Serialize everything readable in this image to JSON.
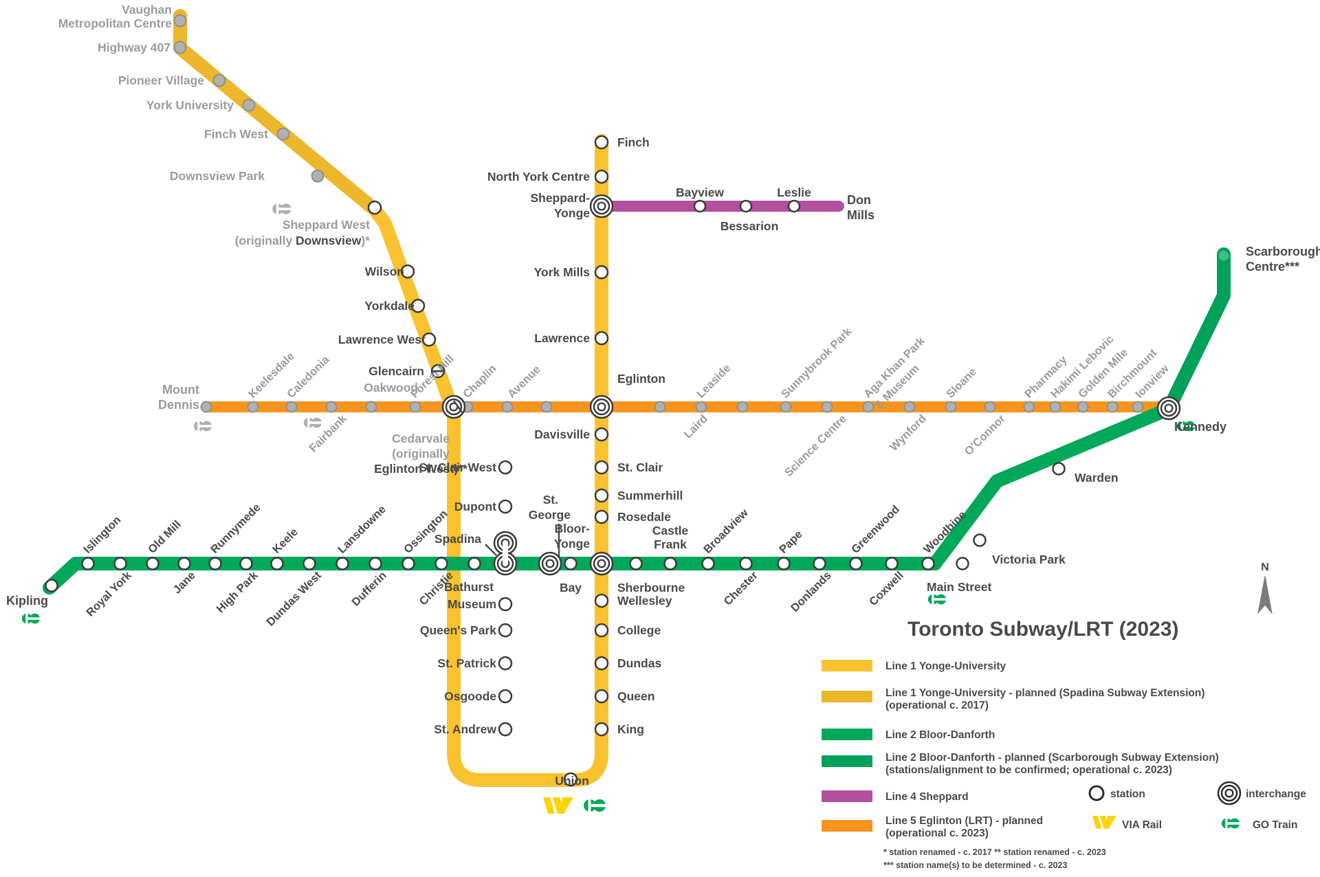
{
  "title": "Toronto Subway/LRT (2023)",
  "colors": {
    "line1": "#F9C22E",
    "line1_planned": "#EDB72B",
    "line2": "#00A859",
    "line2_planned": "#00A15A",
    "line4": "#B3519E",
    "line5": "#F7941E",
    "label_open": "#4a4a48",
    "label_planned": "#9b9b99",
    "station_open_fill": "#ffffff",
    "station_planned_fill": "#b3b3b3",
    "via_yellow": "#FFD200",
    "go_green": "#00A859",
    "background": "#ffffff"
  },
  "lines": [
    {
      "id": "line1",
      "name": "Line 1 Yonge-University",
      "color": "#F9C22E",
      "stations_planned": [
        "Vaughan Metropolitan Centre",
        "Highway 407",
        "Pioneer Village",
        "York University",
        "Finch West",
        "Downsview Park"
      ],
      "stations_open_west": [
        "Sheppard West",
        "Wilson",
        "Yorkdale",
        "Lawrence West",
        "Glencairn",
        "Eglinton West",
        "St. Clair West",
        "Dupont",
        "Spadina",
        "St. George",
        "Museum",
        "Queen's Park",
        "St. Patrick",
        "Osgoode",
        "St. Andrew",
        "Union"
      ],
      "stations_open_east": [
        "Finch",
        "North York Centre",
        "Sheppard-Yonge",
        "York Mills",
        "Lawrence",
        "Eglinton",
        "Davisville",
        "St. Clair",
        "Summerhill",
        "Rosedale",
        "Bloor-Yonge",
        "Wellesley",
        "College",
        "Dundas",
        "Queen",
        "King",
        "Union"
      ]
    },
    {
      "id": "line2",
      "name": "Line 2 Bloor-Danforth",
      "color": "#00A859",
      "stations": [
        "Kipling",
        "Islington",
        "Royal York",
        "Old Mill",
        "Jane",
        "Runnymede",
        "High Park",
        "Keele",
        "Dundas West",
        "Lansdowne",
        "Dufferin",
        "Ossington",
        "Christie",
        "Bathurst",
        "Spadina",
        "St. George",
        "Bay",
        "Bloor-Yonge",
        "Sherbourne",
        "Castle Frank",
        "Broadview",
        "Chester",
        "Pape",
        "Donlands",
        "Greenwood",
        "Coxwell",
        "Woodbine",
        "Main Street",
        "Victoria Park",
        "Warden",
        "Kennedy"
      ],
      "stations_planned": [
        "Scarborough Centre"
      ]
    },
    {
      "id": "line4",
      "name": "Line 4 Sheppard",
      "color": "#B3519E",
      "stations": [
        "Sheppard-Yonge",
        "Bayview",
        "Bessarion",
        "Leslie",
        "Don Mills"
      ]
    },
    {
      "id": "line5",
      "name": "Line 5 Eglinton (LRT)",
      "color": "#F7941E",
      "stations": [
        "Mount Dennis",
        "Keelesdale",
        "Caledonia",
        "Fairbank",
        "Oakwood",
        "Cedarvale",
        "Forest Hill",
        "Chaplin",
        "Avenue",
        "Eglinton",
        "Leaside",
        "Laird",
        "Sunnybrook Park",
        "Science Centre",
        "Aga Khan Park & Museum",
        "Wynford",
        "Sloane",
        "O'Connor",
        "Pharmacy",
        "Hakimi Lebovic",
        "Golden Mile",
        "Birchmount",
        "Ionview",
        "Kennedy"
      ]
    }
  ],
  "station_labels": {
    "vaughan": "Vaughan\nMetropolitan Centre",
    "vaughan_l1": "Vaughan",
    "vaughan_l2": "Metropolitan Centre",
    "highway407": "Highway 407",
    "pioneer_village": "Pioneer Village",
    "york_university": "York University",
    "finch_west": "Finch West",
    "downsview_park": "Downsview Park",
    "sheppard_west": "Sheppard West",
    "sheppard_west_sub_a": "(originally ",
    "sheppard_west_sub_b": "Downsview",
    "sheppard_west_sub_c": ")*",
    "wilson": "Wilson",
    "yorkdale": "Yorkdale",
    "lawrence_west": "Lawrence West",
    "glencairn": "Glencairn",
    "oakwood": "Oakwood",
    "keelesdale": "Keelesdale",
    "caledonia": "Caledonia",
    "fairbank": "Fairbank",
    "mount_dennis_l1": "Mount",
    "mount_dennis_l2": "Dennis",
    "cedarvale_l1": "Cedarvale",
    "cedarvale_l2": "(originally",
    "cedarvale_l3": "Eglinton West)**",
    "st_clair_west": "St. Clair West",
    "dupont": "Dupont",
    "spadina": "Spadina",
    "st_george_l1": "St.",
    "st_george_l2": "George",
    "bathurst": "Bathurst",
    "museum": "Museum",
    "queens_park": "Queen's Park",
    "st_patrick": "St. Patrick",
    "osgoode": "Osgoode",
    "st_andrew": "St. Andrew",
    "union": "Union",
    "finch": "Finch",
    "north_york_centre": "North York Centre",
    "sheppard_yonge_l1": "Sheppard-",
    "sheppard_yonge_l2": "Yonge",
    "york_mills": "York Mills",
    "lawrence": "Lawrence",
    "eglinton": "Eglinton",
    "davisville": "Davisville",
    "st_clair": "St. Clair",
    "summerhill": "Summerhill",
    "rosedale": "Rosedale",
    "bloor_yonge_l1": "Bloor-",
    "bloor_yonge_l2": "Yonge",
    "bay": "Bay",
    "wellesley": "Wellesley",
    "college": "College",
    "dundas": "Dundas",
    "queen": "Queen",
    "king": "King",
    "sherbourne": "Sherbourne",
    "castle_frank_l1": "Castle",
    "castle_frank_l2": "Frank",
    "bayview": "Bayview",
    "bessarion": "Bessarion",
    "leslie": "Leslie",
    "don_mills_l1": "Don",
    "don_mills_l2": "Mills",
    "forest_hill": "Forest Hill",
    "chaplin": "Chaplin",
    "avenue": "Avenue",
    "leaside": "Leaside",
    "laird": "Laird",
    "sunnybrook_park": "Sunnybrook Park",
    "science_centre": "Science Centre",
    "aga_khan_l1": "Aga Khan Park",
    "aga_khan_l2": "& Museum",
    "wynford": "Wynford",
    "sloane": "Sloane",
    "oconnor": "O'Connor",
    "pharmacy": "Pharmacy",
    "hakimi_lebovic": "Hakimi Lebovic",
    "golden_mile": "Golden Mile",
    "birchmount": "Birchmount",
    "ionview": "Ionview",
    "kennedy": "Kennedy",
    "warden": "Warden",
    "victoria_park": "Victoria Park",
    "main_street": "Main Street",
    "woodbine": "Woodbine",
    "coxwell": "Coxwell",
    "greenwood": "Greenwood",
    "donlands": "Donlands",
    "pape": "Pape",
    "chester": "Chester",
    "broadview": "Broadview",
    "scarborough_centre_l1": "Scarborough",
    "scarborough_centre_l2": "Centre***",
    "kipling": "Kipling",
    "islington": "Islington",
    "royal_york": "Royal York",
    "old_mill": "Old Mill",
    "jane": "Jane",
    "runnymede": "Runnymede",
    "high_park": "High Park",
    "keele": "Keele",
    "dundas_west": "Dundas West",
    "lansdowne": "Lansdowne",
    "dufferin": "Dufferin",
    "ossington": "Ossington",
    "christie": "Christie"
  },
  "legend": {
    "items": [
      {
        "key": "l1",
        "color": "#F9C22E",
        "label": "Line 1 Yonge-University",
        "label2": ""
      },
      {
        "key": "l1p",
        "color": "#EDB72B",
        "label": "Line 1 Yonge-University - planned (Spadina Subway Extension)",
        "label2": "(operational c. 2017)"
      },
      {
        "key": "l2",
        "color": "#00A859",
        "label": "Line 2 Bloor-Danforth",
        "label2": ""
      },
      {
        "key": "l2p",
        "color": "#00A15A",
        "label": "Line 2 Bloor-Danforth - planned (Scarborough Subway Extension)",
        "label2": "(stations/alignment to be confirmed; operational c. 2023)"
      },
      {
        "key": "l4",
        "color": "#B3519E",
        "label": "Line 4 Sheppard",
        "label2": ""
      },
      {
        "key": "l5",
        "color": "#F7941E",
        "label": "Line 5 Eglinton (LRT) - planned",
        "label2": "(operational c. 2023)"
      }
    ],
    "symbols": {
      "station": "station",
      "interchange": "interchange",
      "via_rail": "VIA Rail",
      "go_train": "GO Train"
    }
  },
  "footnotes": {
    "line1": "*  station renamed - c. 2017      **  station renamed - c. 2023",
    "line2": "***   station name(s) to be determined - c. 2023"
  },
  "compass": {
    "label": "N"
  }
}
